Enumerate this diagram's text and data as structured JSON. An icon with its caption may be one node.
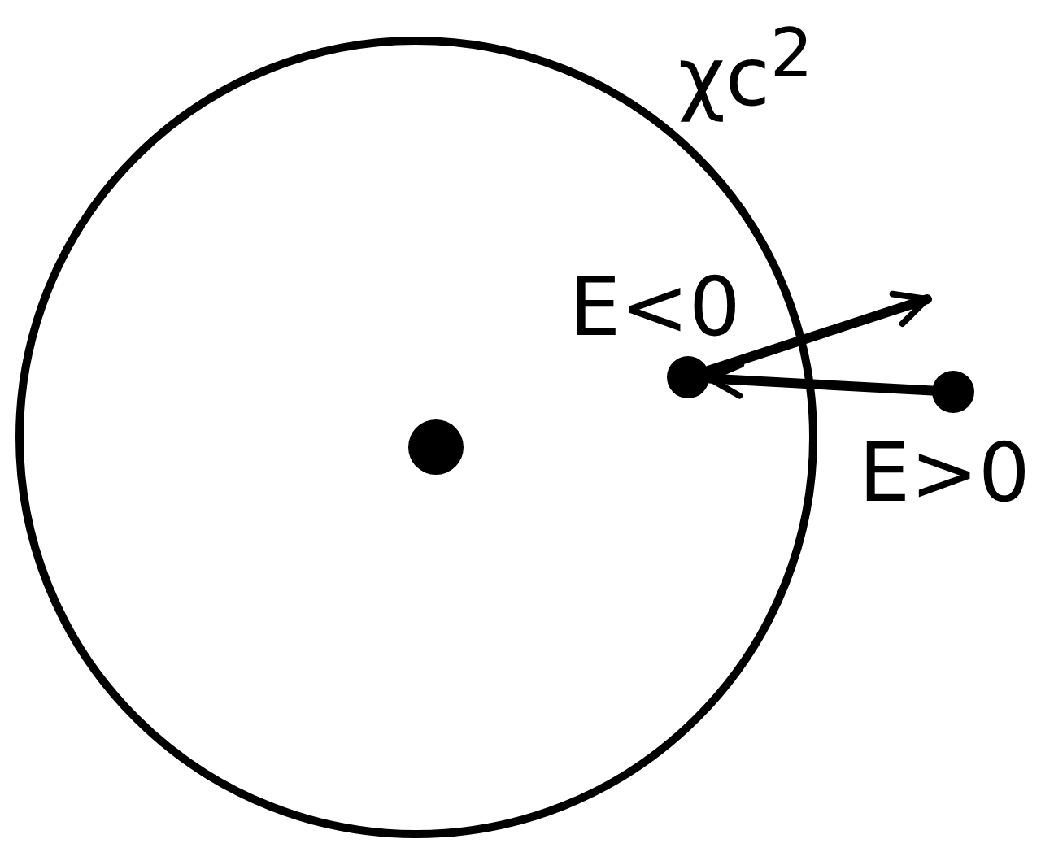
{
  "diagram": {
    "nodes": [
      {
        "text": [
          "χc$^{2}$"
        ]
      },
      {
        "text": [],
        "shape": "circle",
        "in": 0
      },
      {
        "text": [],
        "shape": "circle",
        "in": 0,
        "beside": [
          "E<0"
        ]
      },
      {
        "text": [],
        "shape": "circle",
        "beside": [
          "E>0"
        ]
      }
    ],
    "edges": [
      {
        "from": 2,
        "to": null,
        "arrow": "to"
      },
      {
        "from": 3,
        "to": 2,
        "arrow": "to"
      }
    ]
  }
}
